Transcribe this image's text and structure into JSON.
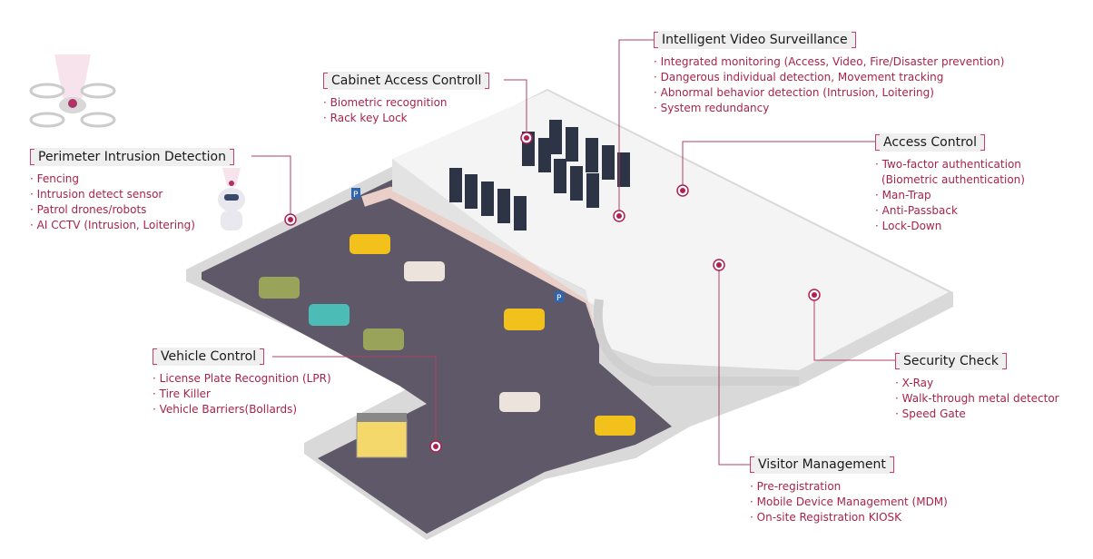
{
  "accent_color": "#a8234a",
  "sections": {
    "perimeter": {
      "title": "Perimeter Intrusion Detection",
      "items": [
        "Fencing",
        "Intrusion detect sensor",
        "Patrol drones/robots",
        "AI CCTV (Intrusion, Loitering)"
      ]
    },
    "cabinet": {
      "title": "Cabinet Access Controll",
      "items": [
        "Biometric recognition",
        "Rack key Lock"
      ]
    },
    "video": {
      "title": "Intelligent Video Surveillance",
      "items": [
        "Integrated monitoring (Access, Video, Fire/Disaster prevention)",
        "Dangerous individual detection, Movement tracking",
        "Abnormal behavior detection (Intrusion, Loitering)",
        "System redundancy"
      ]
    },
    "access": {
      "title": "Access Control",
      "items": [
        "Two-factor authentication",
        "(Biometric authentication)",
        "Man-Trap",
        "Anti-Passback",
        "Lock-Down"
      ]
    },
    "vehicle": {
      "title": "Vehicle Control",
      "items": [
        "License Plate Recognition (LPR)",
        "Tire Killer",
        "Vehicle Barriers(Bollards)"
      ]
    },
    "security": {
      "title": "Security Check",
      "items": [
        "X-Ray",
        "Walk-through metal detector",
        "Speed Gate"
      ]
    },
    "visitor": {
      "title": "Visitor Management",
      "items": [
        "Pre-registration",
        "Mobile Device Management (MDM)",
        "On-site Registration KIOSK"
      ]
    }
  },
  "parking_sign": "P"
}
